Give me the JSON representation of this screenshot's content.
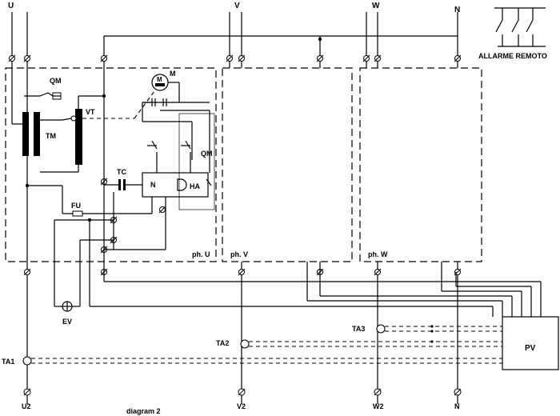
{
  "labels": {
    "phase_u": "U",
    "phase_v": "V",
    "phase_w": "W",
    "neutral": "N",
    "remote_alarm": "ALLARME REMOTO",
    "qm_top": "QM",
    "motor": "M",
    "tm": "TM",
    "vt": "VT",
    "tc": "TC",
    "n_box": "N",
    "ha": "HA",
    "qm_side": "QM",
    "fu": "FU",
    "ev": "EV",
    "ph_u": "ph. U",
    "ph_v": "ph. V",
    "ph_w": "ph. W",
    "ta1": "TA1",
    "ta2": "TA2",
    "ta3": "TA3",
    "pv": "PV",
    "u2": "U2",
    "v2": "V2",
    "w2": "W2",
    "n_bottom": "N",
    "caption": "diagram 2"
  }
}
